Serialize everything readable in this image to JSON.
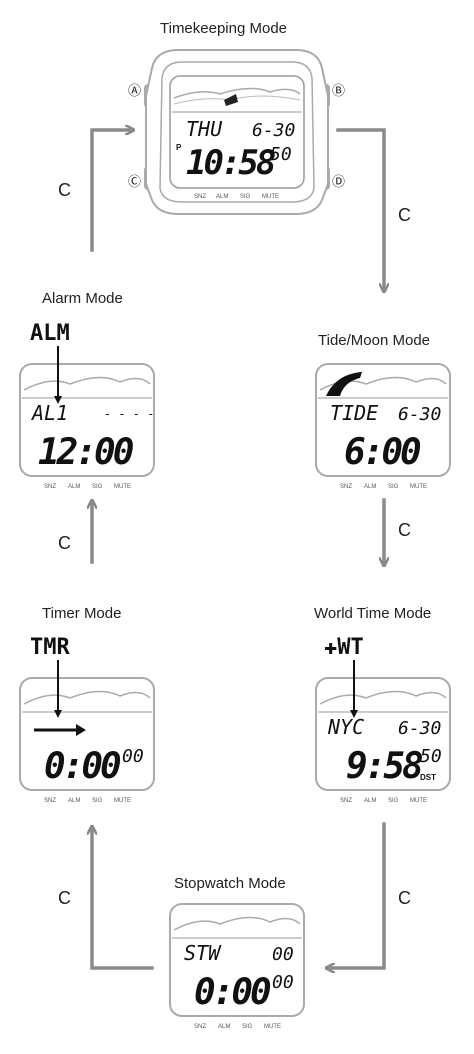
{
  "modes": {
    "timekeeping": {
      "title": "Timekeeping Mode",
      "day": "THU",
      "date": "6-30",
      "pm": "P",
      "time": "10:58",
      "seconds": "50"
    },
    "tide_moon": {
      "title": "Tide/Moon Mode",
      "label": "TIDE",
      "date": "6-30",
      "time": "6:00"
    },
    "world_time": {
      "title": "World Time Mode",
      "indicator": "✚WT",
      "city": "NYC",
      "date": "6-30",
      "time": "9:58",
      "seconds": "50",
      "dst": "DST"
    },
    "stopwatch": {
      "title": "Stopwatch Mode",
      "label": "STW",
      "laps": "00",
      "time": "0:00",
      "hundredths": "00"
    },
    "timer": {
      "title": "Timer Mode",
      "indicator": "TMR",
      "time": "0:00",
      "hundredths": "00"
    },
    "alarm": {
      "title": "Alarm Mode",
      "indicator": "ALM",
      "alarm_name": "AL1",
      "dashes": "- - - -",
      "time": "12:00"
    }
  },
  "buttons": {
    "a": "A",
    "b": "B",
    "c": "C",
    "d": "D"
  },
  "transition_label": "C",
  "button_strip": [
    "SNZ",
    "ALM",
    "SIG",
    "MUTE"
  ]
}
